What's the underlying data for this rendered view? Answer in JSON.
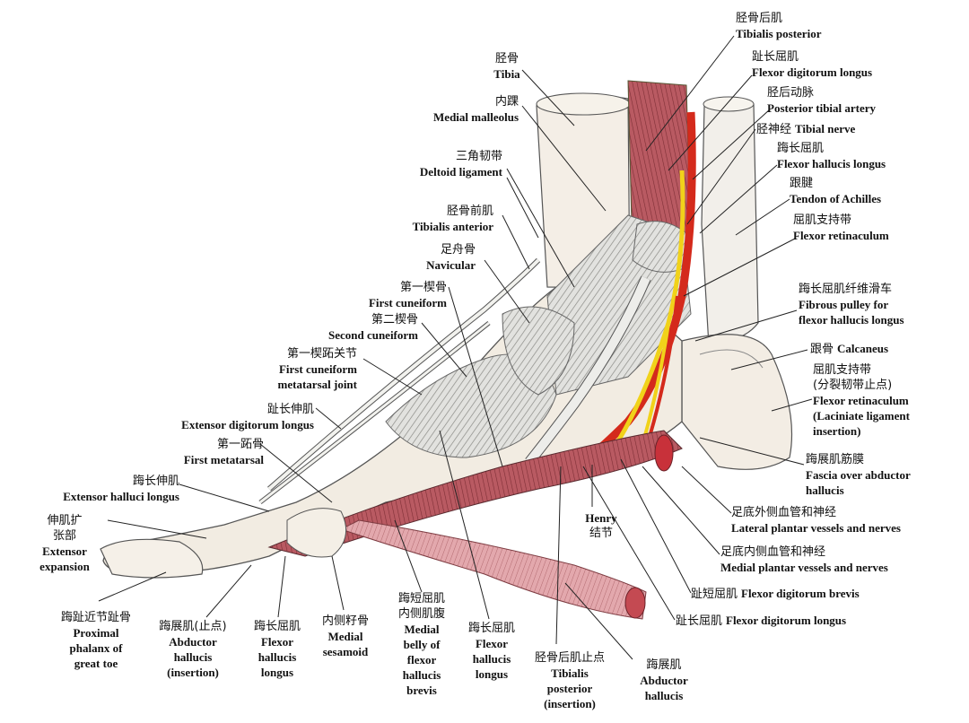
{
  "labels": {
    "tibialis_posterior": {
      "zh": "胫骨后肌",
      "en": "Tibialis posterior"
    },
    "flexor_digitorum_longus_top": {
      "zh": "趾长屈肌",
      "en": "Flexor digitorum longus"
    },
    "posterior_tibial_artery": {
      "zh": "胫后动脉",
      "en": "Posterior tibial artery"
    },
    "tibial_nerve": {
      "zh": "胫神经",
      "en": "Tibial nerve"
    },
    "flexor_hallucis_longus_top": {
      "zh": "踇长屈肌",
      "en": "Flexor hallucis longus"
    },
    "tendon_of_achilles": {
      "zh": "跟腱",
      "en": "Tendon of Achilles"
    },
    "flexor_retinaculum_top": {
      "zh": "屈肌支持带",
      "en": "Flexor retinaculum"
    },
    "fibrous_pulley": {
      "zh": "踇长屈肌纤维滑车",
      "en1": "Fibrous pulley for",
      "en2": "flexor hallucis longus"
    },
    "calcaneus": {
      "zh": "跟骨",
      "en": "Calcaneus"
    },
    "flexor_retinaculum_lac": {
      "zh": "屈肌支持带",
      "zh2": "(分裂韧带止点)",
      "en1": "Flexor retinaculum",
      "en2": "(Laciniate ligament",
      "en3": "insertion)"
    },
    "fascia_abductor": {
      "zh": "踇展肌筋膜",
      "en1": "Fascia over abductor",
      "en2": "hallucis"
    },
    "lateral_plantar": {
      "zh": "足底外侧血管和神经",
      "en": "Lateral plantar vessels and nerves"
    },
    "medial_plantar": {
      "zh": "足底内侧血管和神经",
      "en": "Medial plantar vessels and nerves"
    },
    "flexor_digitorum_brevis": {
      "zh": "趾短屈肌",
      "en": "Flexor digitorum brevis"
    },
    "flexor_digitorum_longus_bottom": {
      "zh": "趾长屈肌",
      "en": "Flexor digitorum longus"
    },
    "tibia": {
      "zh": "胫骨",
      "en": "Tibia"
    },
    "medial_malleolus": {
      "zh": "内踝",
      "en": "Medial malleolus"
    },
    "deltoid_ligament": {
      "zh": "三角韧带",
      "en": "Deltoid ligament"
    },
    "tibialis_anterior": {
      "zh": "胫骨前肌",
      "en": "Tibialis anterior"
    },
    "navicular": {
      "zh": "足舟骨",
      "en": "Navicular"
    },
    "first_cuneiform": {
      "zh": "第一楔骨",
      "en": "First cuneiform"
    },
    "second_cuneiform": {
      "zh": "第二楔骨",
      "en": "Second cuneiform"
    },
    "first_cuneiform_joint": {
      "zh": "第一楔跖关节",
      "en1": "First cuneiform",
      "en2": "metatarsal joint"
    },
    "extensor_digitorum_longus": {
      "zh": "趾长伸肌",
      "en": "Extensor digitorum longus"
    },
    "first_metatarsal": {
      "zh": "第一跖骨",
      "en": "First metatarsal"
    },
    "extensor_halluci_longus": {
      "zh": "踇长伸肌",
      "en": "Extensor halluci longus"
    },
    "extensor_expansion": {
      "zh1": "伸肌扩",
      "zh2": "张部",
      "en1": "Extensor",
      "en2": "expansion"
    },
    "proximal_phalanx": {
      "zh": "踇趾近节趾骨",
      "en1": "Proximal",
      "en2": "phalanx of",
      "en3": "great toe"
    },
    "abductor_insertion": {
      "zh": "踇展肌(止点)",
      "en1": "Abductor",
      "en2": "hallucis",
      "en3": "(insertion)"
    },
    "flexor_hallucis_longus_bottom": {
      "zh": "踇长屈肌",
      "en1": "Flexor",
      "en2": "hallucis",
      "en3": "longus"
    },
    "medial_sesamoid": {
      "zh": "内侧籽骨",
      "en1": "Medial",
      "en2": "sesamoid"
    },
    "flexor_hallucis_brevis": {
      "zh1": "踇短屈肌",
      "zh2": "内侧肌腹",
      "en1": "Medial",
      "en2": "belly of",
      "en3": "flexor",
      "en4": "hallucis",
      "en5": "brevis"
    },
    "flexor_hallucis_longus_mid": {
      "zh": "踇长屈肌",
      "en1": "Flexor",
      "en2": "hallucis",
      "en3": "longus"
    },
    "henry_knot": {
      "en": "Henry",
      "zh": "结节"
    },
    "tibialis_posterior_insertion": {
      "zh": "胫骨后肌止点",
      "en1": "Tibialis",
      "en2": "posterior",
      "en3": "(insertion)"
    },
    "abductor_hallucis": {
      "zh": "踇展肌",
      "en1": "Abductor",
      "en2": "hallucis"
    }
  },
  "colors": {
    "bone": "#f3ede4",
    "ligament": "#d9d9d6",
    "muscle": "#b4565c",
    "muscle_light": "#d9949a",
    "artery": "#d42a1c",
    "nerve": "#f1d21a",
    "tendon": "#e7e7e2"
  }
}
